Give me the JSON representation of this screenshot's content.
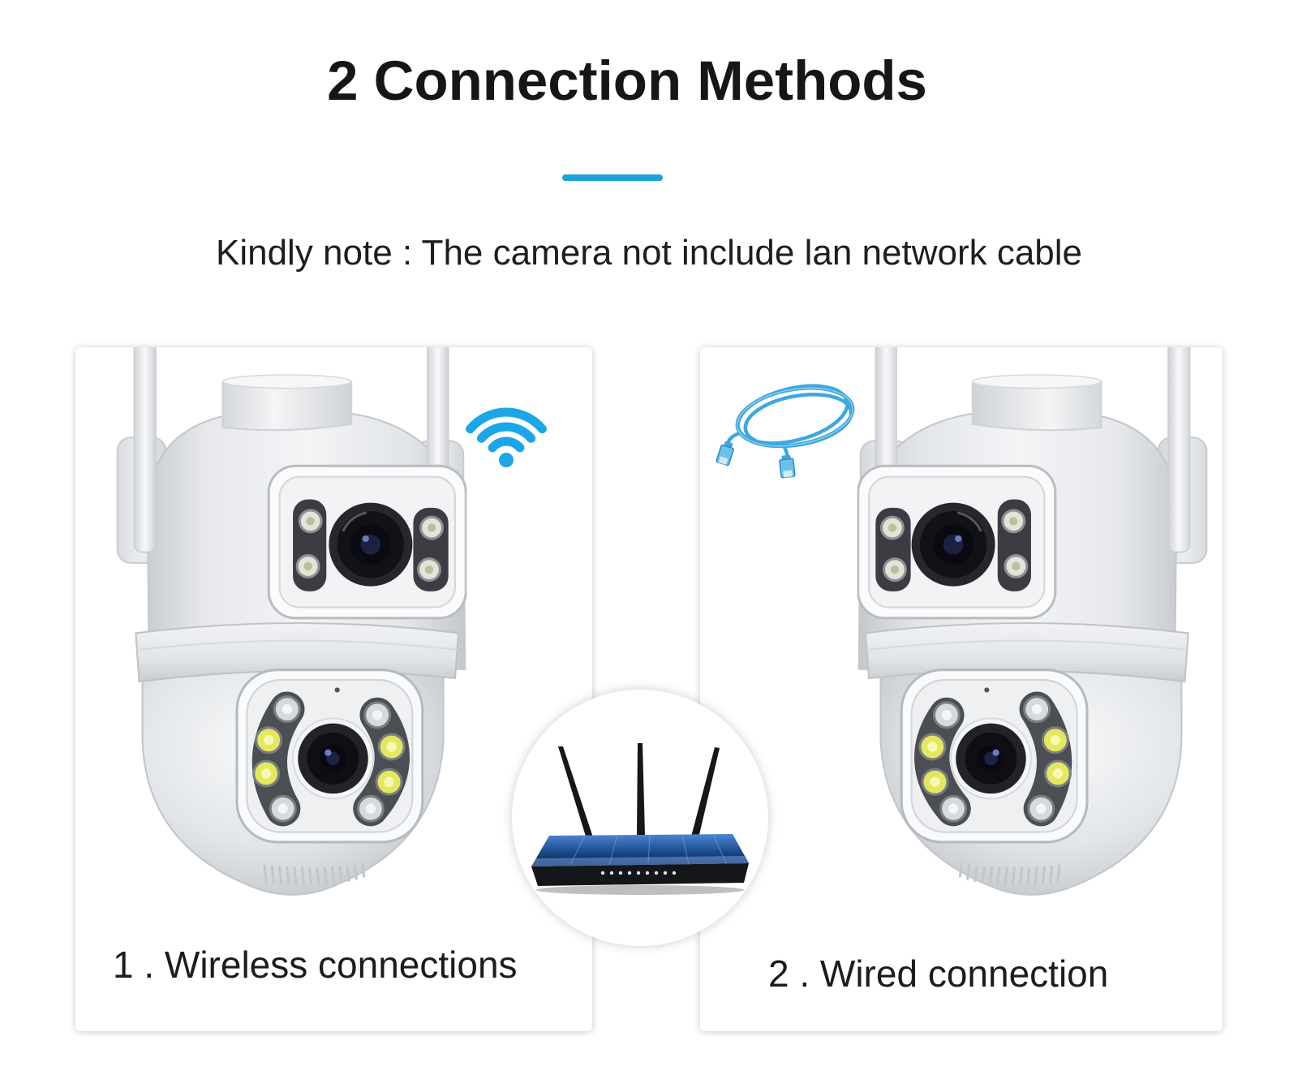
{
  "title": "2 Connection Methods",
  "note": "Kindly note : The camera not include lan network cable",
  "methods": [
    {
      "label": "1 . Wireless connections",
      "icon": "wifi-icon",
      "device_icon": "security-camera-icon"
    },
    {
      "label": "2 . Wired connection",
      "icon": "ethernet-cable-icon",
      "device_icon": "security-camera-icon"
    }
  ],
  "center_icon": "router-icon",
  "colors": {
    "accent": "#1ea0d8",
    "wifi": "#1ba6e8",
    "cable": "#3fa7df",
    "text": "#1e1e1e"
  }
}
